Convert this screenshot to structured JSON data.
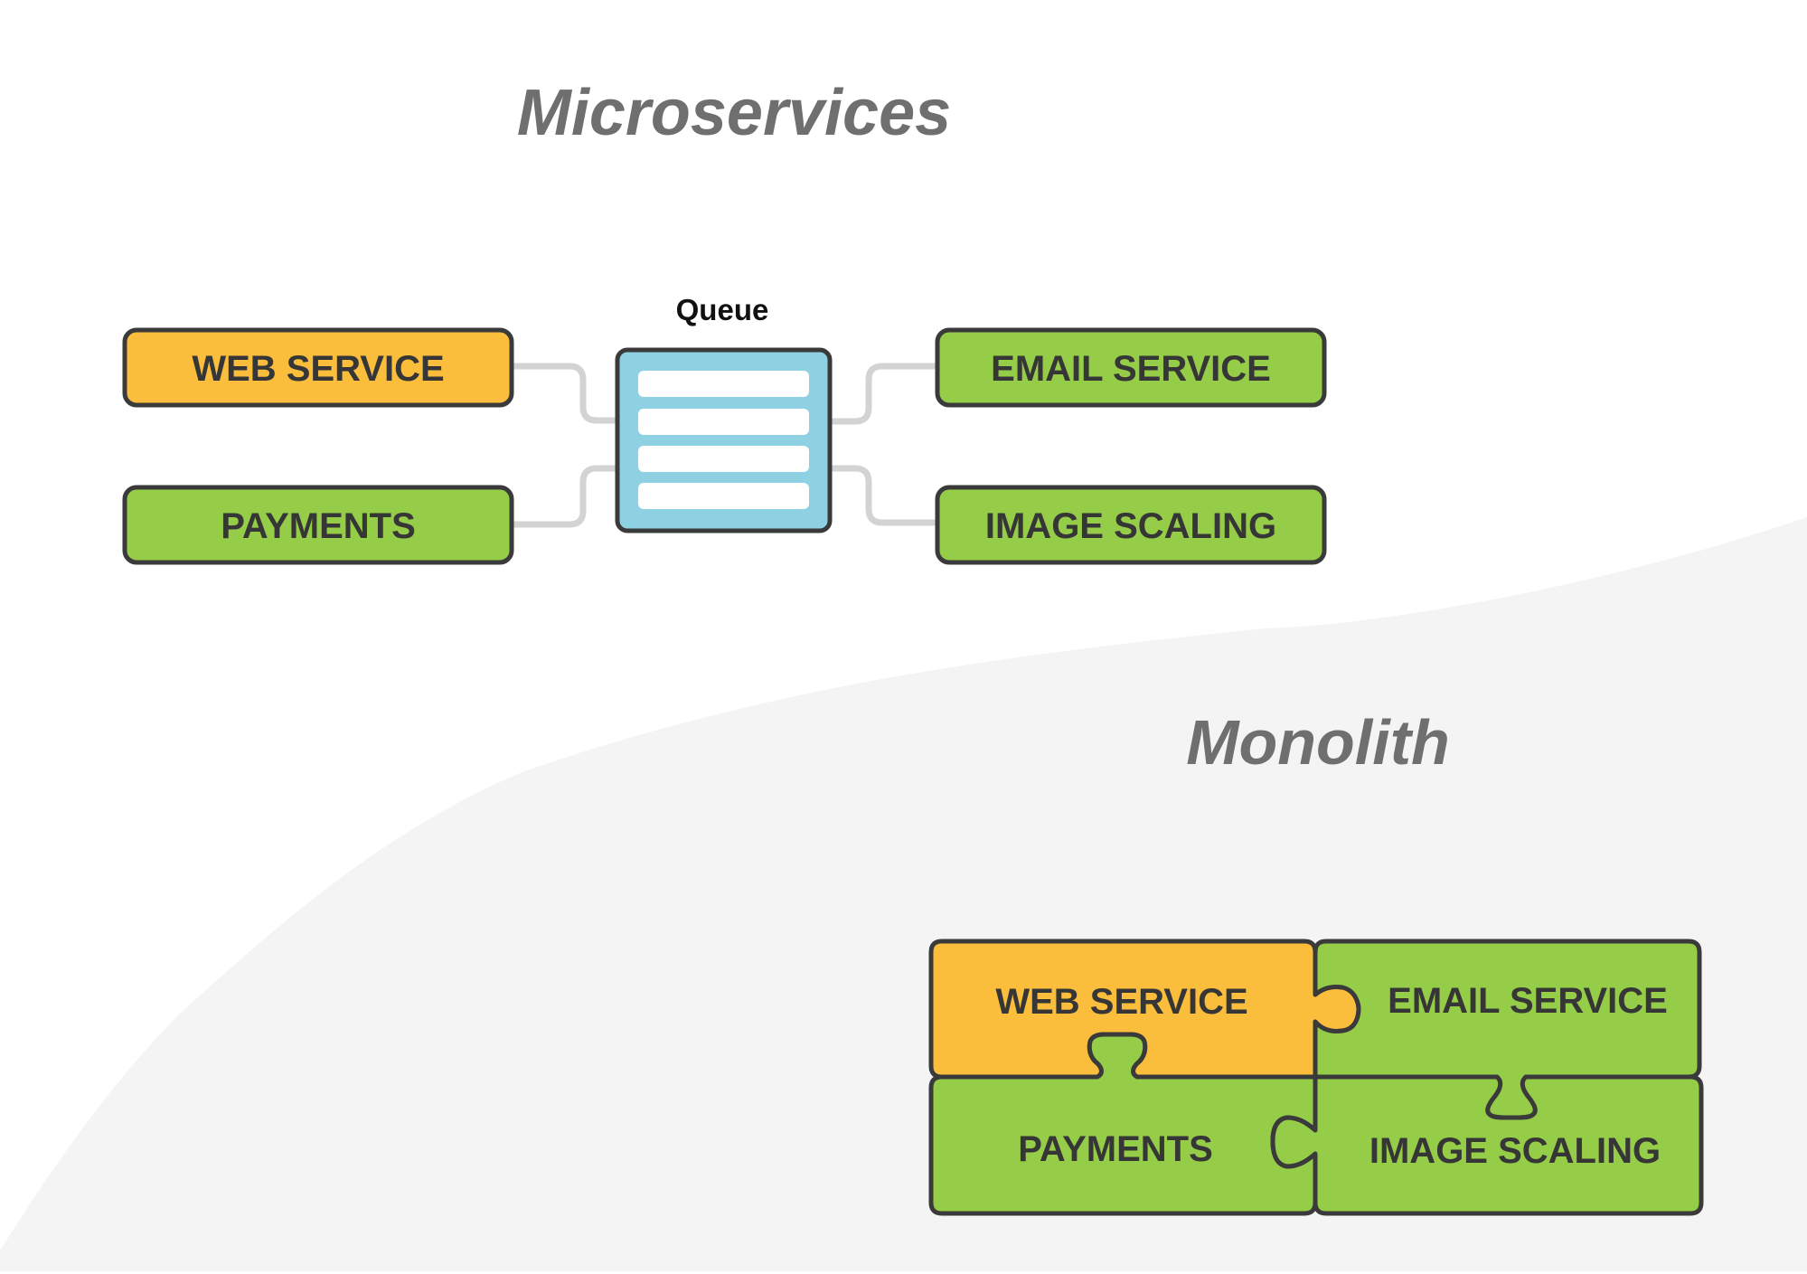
{
  "colors": {
    "background": "#ffffff",
    "lower_region": "#f4f4f4",
    "title_text": "#6f6f6f",
    "label_text": "#363636",
    "border": "#3a3a3a",
    "web_service": "#fbbd3c",
    "service_green": "#95cd48",
    "queue_fill": "#8dd1e3",
    "queue_slot": "#ffffff",
    "connector": "#d3d3d3"
  },
  "microservices": {
    "title": "Microservices",
    "queue": {
      "label": "Queue",
      "slots": 4
    },
    "services": [
      {
        "id": "web-service",
        "label": "WEB SERVICE",
        "color": "orange",
        "side": "left"
      },
      {
        "id": "payments",
        "label": "PAYMENTS",
        "color": "green",
        "side": "left"
      },
      {
        "id": "email-service",
        "label": "EMAIL SERVICE",
        "color": "green",
        "side": "right"
      },
      {
        "id": "image-scaling",
        "label": "IMAGE SCALING",
        "color": "green",
        "side": "right"
      }
    ]
  },
  "monolith": {
    "title": "Monolith",
    "pieces": [
      {
        "id": "web-service",
        "label": "WEB SERVICE",
        "color": "orange"
      },
      {
        "id": "email-service",
        "label": "EMAIL SERVICE",
        "color": "green"
      },
      {
        "id": "payments",
        "label": "PAYMENTS",
        "color": "green"
      },
      {
        "id": "image-scaling",
        "label": "IMAGE SCALING",
        "color": "green"
      }
    ]
  }
}
